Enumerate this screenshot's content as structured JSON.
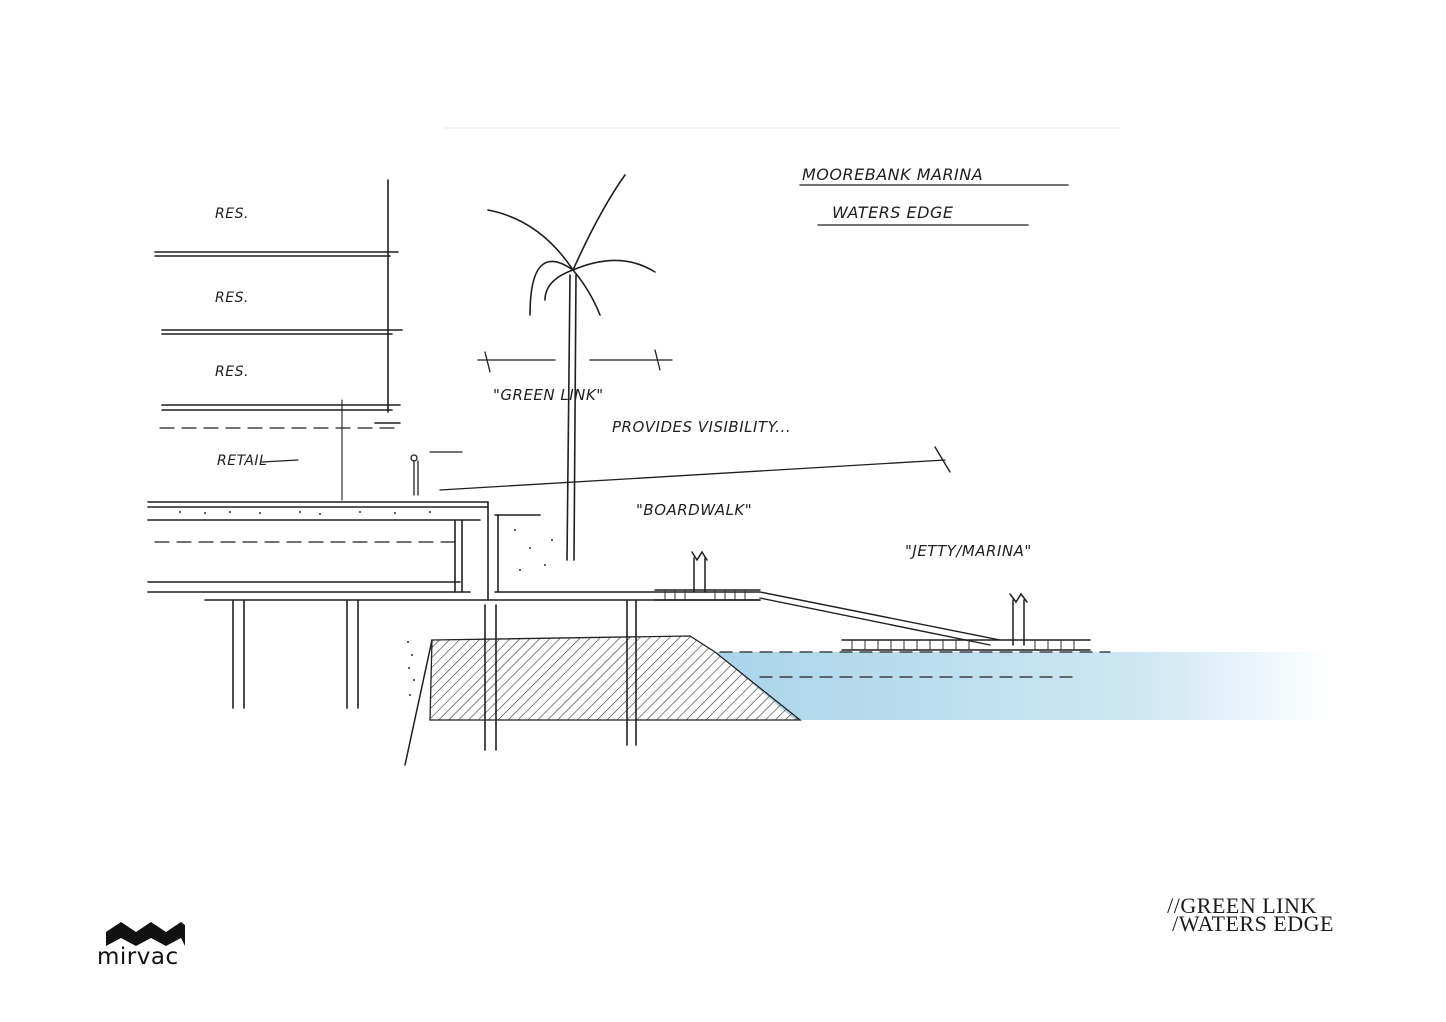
{
  "sketch": {
    "title_line1": "MOOREBANK MARINA",
    "title_line2": "WATERS EDGE",
    "levels": [
      "RES.",
      "RES.",
      "RES.",
      "RETAIL"
    ],
    "annotations": {
      "green_link": "\"GREEN LINK\"",
      "visibility": "PROVIDES VISIBILITY...",
      "boardwalk": "\"BOARDWALK\"",
      "jetty_marina": "\"JETTY/MARINA\""
    },
    "colors": {
      "ink": "#1f1f1f",
      "water": "#a9d4e9"
    }
  },
  "title_block": {
    "line1": "//GREEN LINK",
    "line2": "/WATERS EDGE"
  },
  "brand": {
    "name": "mirvac",
    "icon": "mirvac-logo-icon"
  }
}
